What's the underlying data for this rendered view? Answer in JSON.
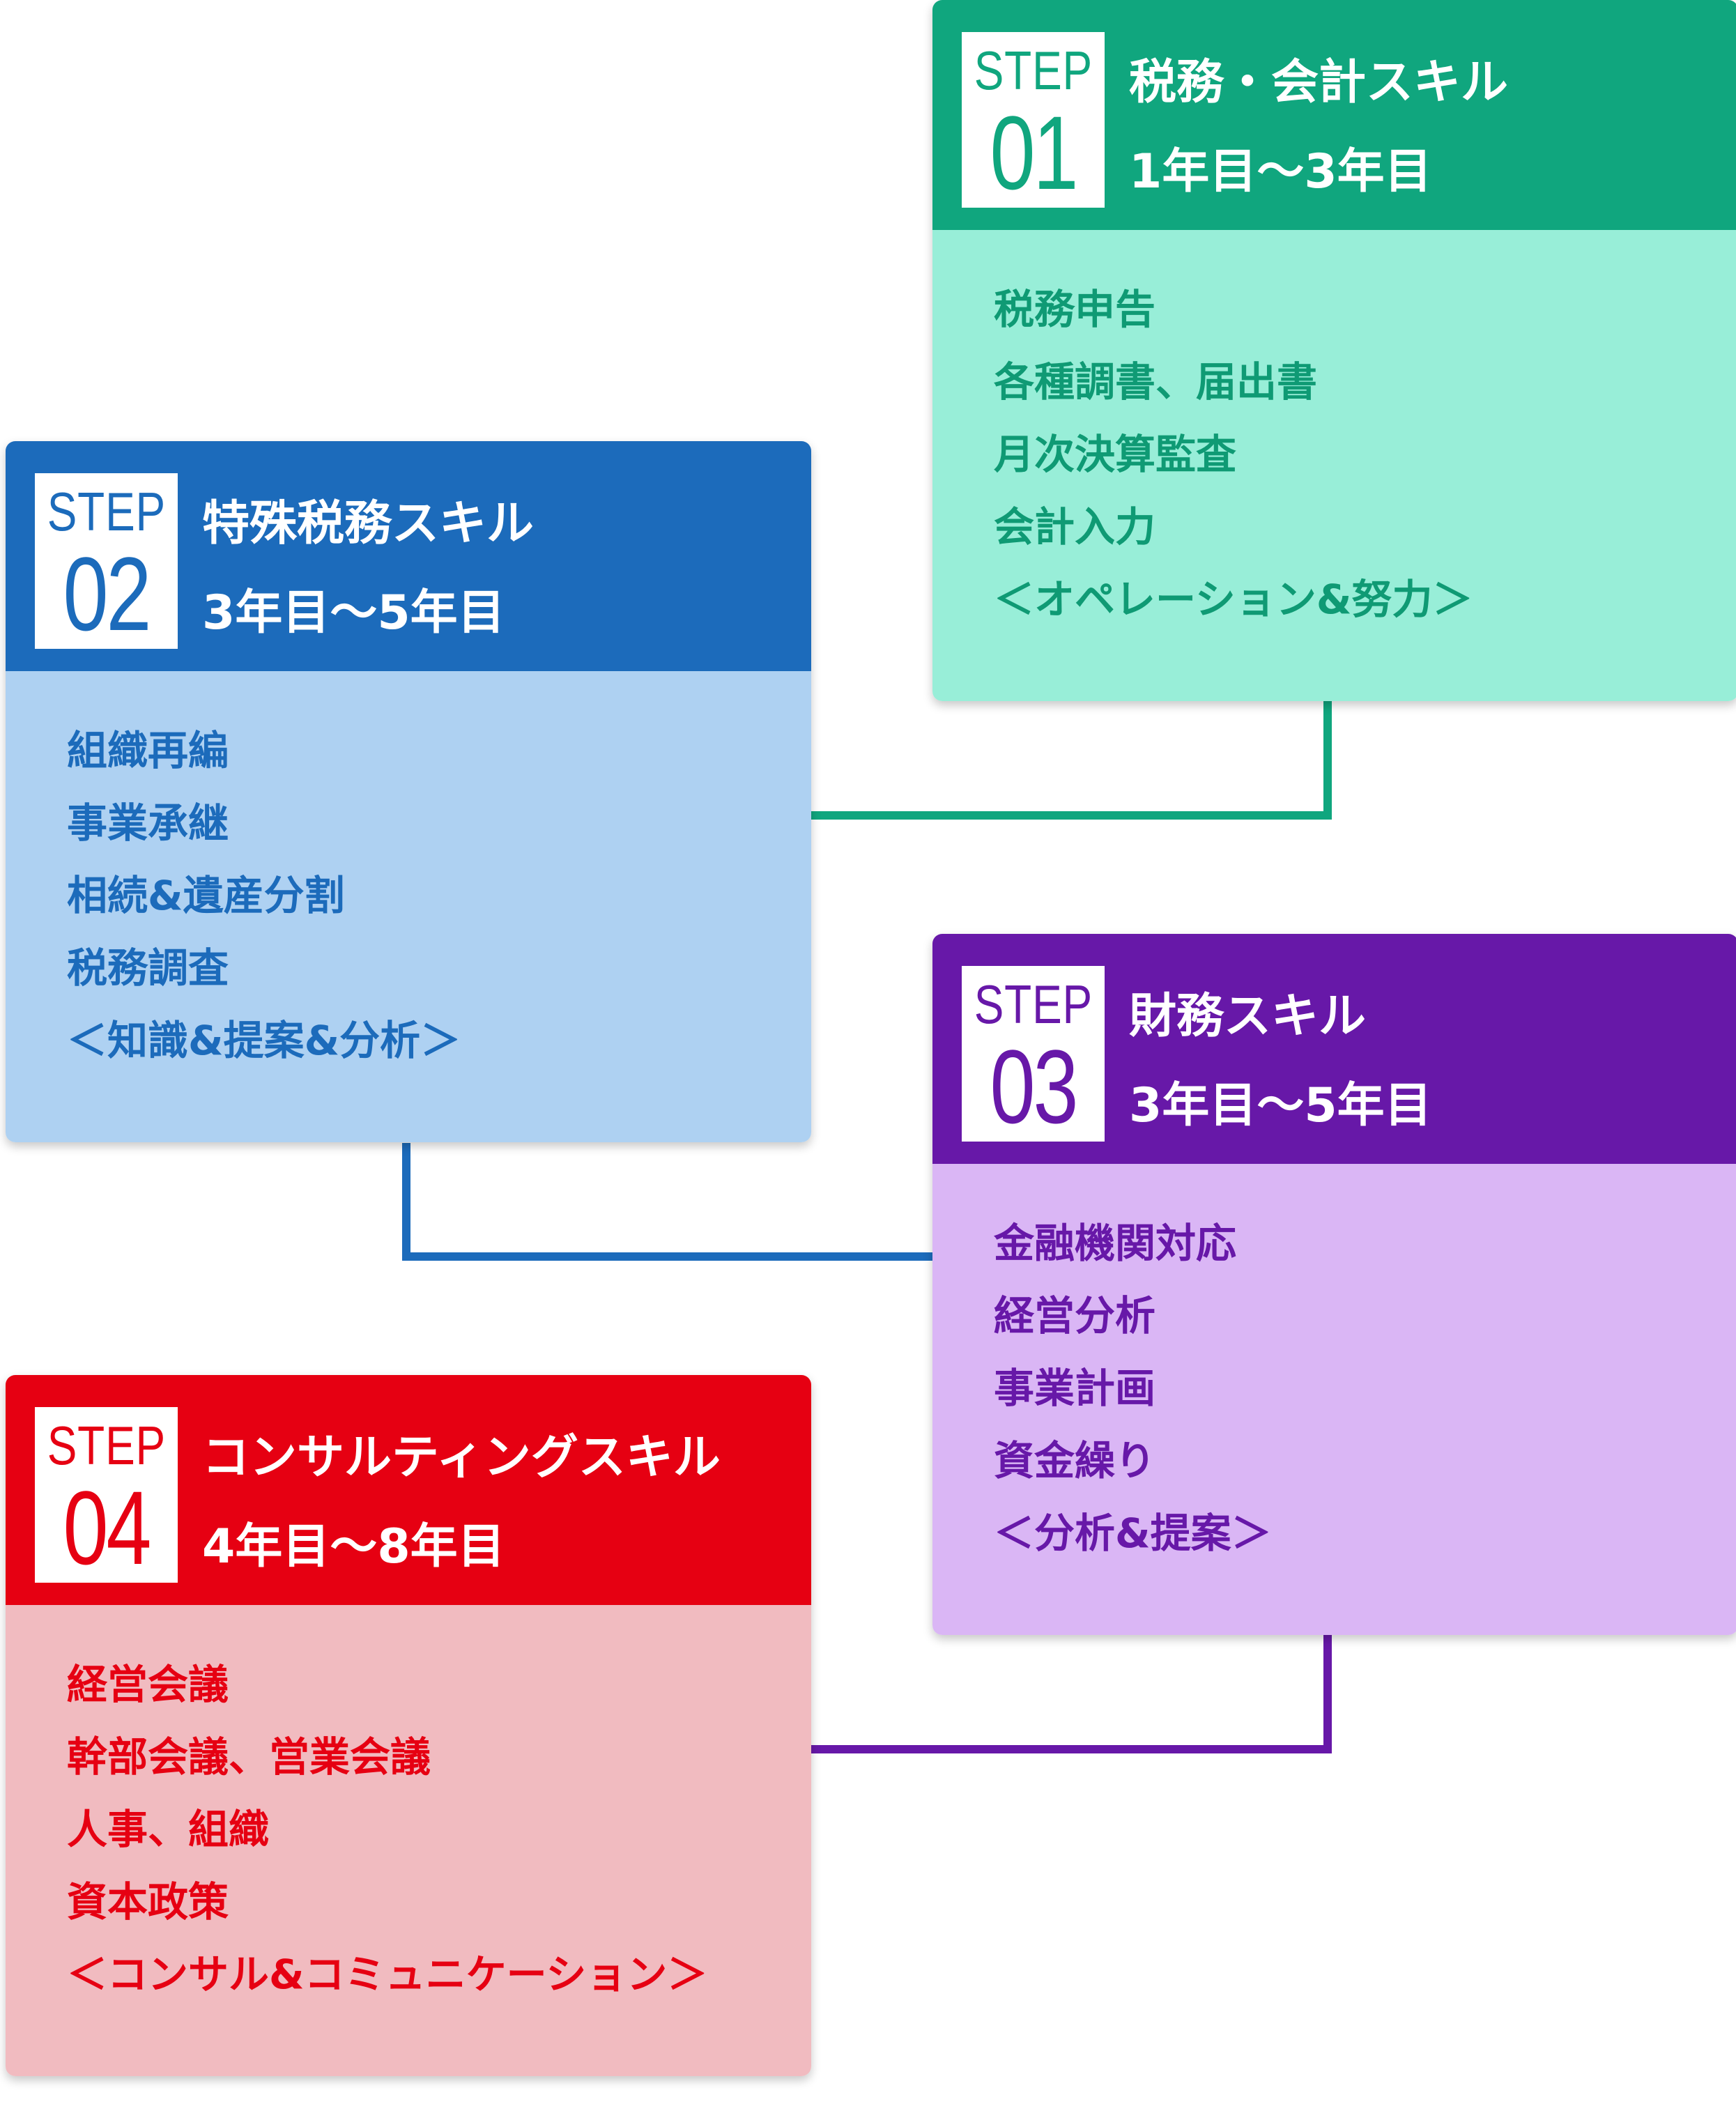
{
  "steps": [
    {
      "step_word": "STEP",
      "number": "01",
      "title": "税務・会計スキル",
      "years": "1年目〜3年目",
      "items": [
        "税務申告",
        "各種調書、届出書",
        "月次決算監査",
        "会計入力",
        "＜オペレーション&努力＞"
      ],
      "colors": {
        "header": "#10a67e",
        "body": "#98eed8",
        "text": "#0f9a74"
      }
    },
    {
      "step_word": "STEP",
      "number": "02",
      "title": "特殊税務スキル",
      "years": "3年目〜5年目",
      "items": [
        "組織再編",
        "事業承継",
        "相続&遺産分割",
        "税務調査",
        "＜知識&提案&分析＞"
      ],
      "colors": {
        "header": "#1c6bbb",
        "body": "#aed1f2",
        "text": "#1c6bbb"
      }
    },
    {
      "step_word": "STEP",
      "number": "03",
      "title": "財務スキル",
      "years": "3年目〜5年目",
      "items": [
        "金融機関対応",
        "経営分析",
        "事業計画",
        "資金繰り",
        "＜分析&提案＞"
      ],
      "colors": {
        "header": "#6718a8",
        "body": "#dab6f5",
        "text": "#6718a8"
      }
    },
    {
      "step_word": "STEP",
      "number": "04",
      "title": "コンサルティングスキル",
      "years": "4年目〜8年目",
      "items": [
        "経営会議",
        "幹部会議、営業会議",
        "人事、組織",
        "資本政策",
        "＜コンサル&コミュニケーション＞"
      ],
      "colors": {
        "header": "#e60012",
        "body": "#f1bbc0",
        "text": "#e60012"
      }
    }
  ],
  "connector_colors": [
    "#10a67e",
    "#1c6bbb",
    "#6718a8"
  ]
}
